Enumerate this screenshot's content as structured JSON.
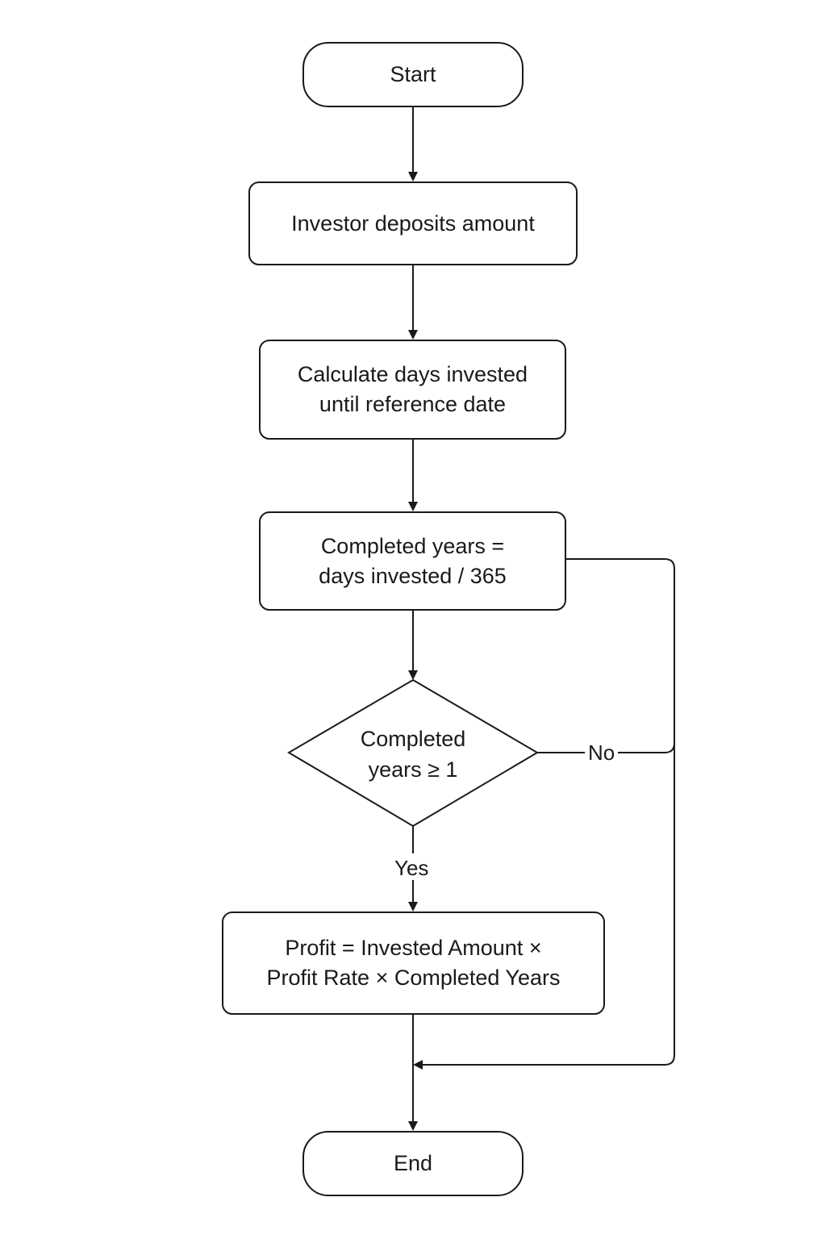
{
  "nodes": {
    "start": {
      "label": "Start"
    },
    "deposit": {
      "label": "Investor deposits amount"
    },
    "calc_days": {
      "line1": "Calculate days invested",
      "line2": "until reference date"
    },
    "completed_years": {
      "line1": "Completed years =",
      "line2": "days invested / 365"
    },
    "decision": {
      "line1": "Completed",
      "line2": "years ≥ 1"
    },
    "profit": {
      "line1": "Profit = Invested Amount ×",
      "line2": "Profit Rate × Completed Years"
    },
    "end": {
      "label": "End"
    }
  },
  "edges": {
    "yes_label": "Yes",
    "no_label": "No"
  },
  "colors": {
    "stroke": "#1a1a1a",
    "background": "#ffffff"
  }
}
